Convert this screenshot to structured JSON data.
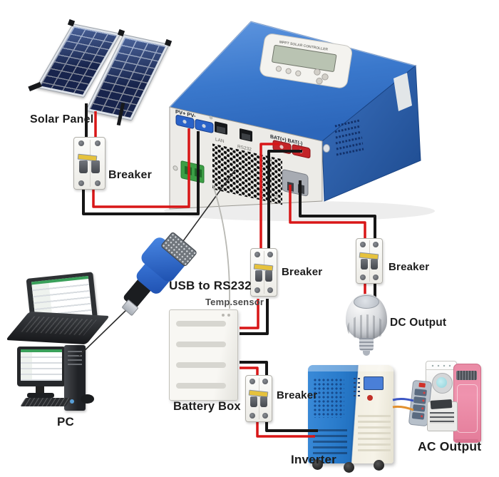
{
  "labels": {
    "solar_panel": "Solar Panel",
    "breaker": "Breaker",
    "usb_to_rs232": "USB to RS232",
    "temp_sensor": "Temp.sensor",
    "battery_box": "Battery Box",
    "pc": "PC",
    "dc_output": "DC Output",
    "inverter": "Inverter",
    "ac_output": "AC Output"
  },
  "controller": {
    "panel_title": "MPPT SOLAR CONTROLLER",
    "port_labels": {
      "pv": "PV+  PV-",
      "lan": "LAN",
      "rs232": "RS232",
      "bat": "BAT(+) BAT(-)"
    }
  },
  "connections": [
    {
      "from": "solar-panel",
      "to": "pv-breaker",
      "wires": [
        "red",
        "black"
      ]
    },
    {
      "from": "pv-breaker",
      "to": "controller-pv-terminals",
      "wires": [
        "red",
        "black"
      ]
    },
    {
      "from": "controller-bat-terminals",
      "to": "battery-breaker",
      "wires": [
        "red",
        "black"
      ]
    },
    {
      "from": "battery-breaker",
      "to": "battery-box",
      "wires": [
        "red",
        "black"
      ]
    },
    {
      "from": "controller-load-connector",
      "to": "dc-breaker",
      "wires": [
        "red",
        "black"
      ]
    },
    {
      "from": "dc-breaker",
      "to": "dc-output-lamp",
      "wires": [
        "red",
        "black"
      ]
    },
    {
      "from": "battery-box",
      "to": "inverter-breaker",
      "wires": [
        "red",
        "black"
      ]
    },
    {
      "from": "inverter-breaker",
      "to": "inverter",
      "wires": [
        "red",
        "black"
      ]
    },
    {
      "from": "inverter",
      "to": "ac-output-appliances",
      "wires": [
        "blue",
        "orange"
      ]
    },
    {
      "from": "pc",
      "to": "usb-rs232-adapter",
      "wires": [
        "signal"
      ]
    },
    {
      "from": "usb-rs232-adapter",
      "to": "controller-rs232-port",
      "wires": [
        "signal"
      ]
    },
    {
      "from": "controller-temp-port",
      "to": "battery-box",
      "wires": [
        "temp-sensor"
      ]
    }
  ],
  "colors": {
    "wire_red": "#d81617",
    "wire_black": "#161616",
    "wire_blue": "#3b55c4",
    "wire_orange": "#e2912f",
    "controller_blue": "#3471c6",
    "inverter_blue": "#2a7cd0",
    "inverter_panel_cream": "#f2efe4",
    "ac_unit_pink": "#ec87a4",
    "terminal_blue": "#2b63c9",
    "terminal_red": "#c32428",
    "terminal_green": "#3c9e45",
    "breaker_yellow": "#e6c23c"
  }
}
